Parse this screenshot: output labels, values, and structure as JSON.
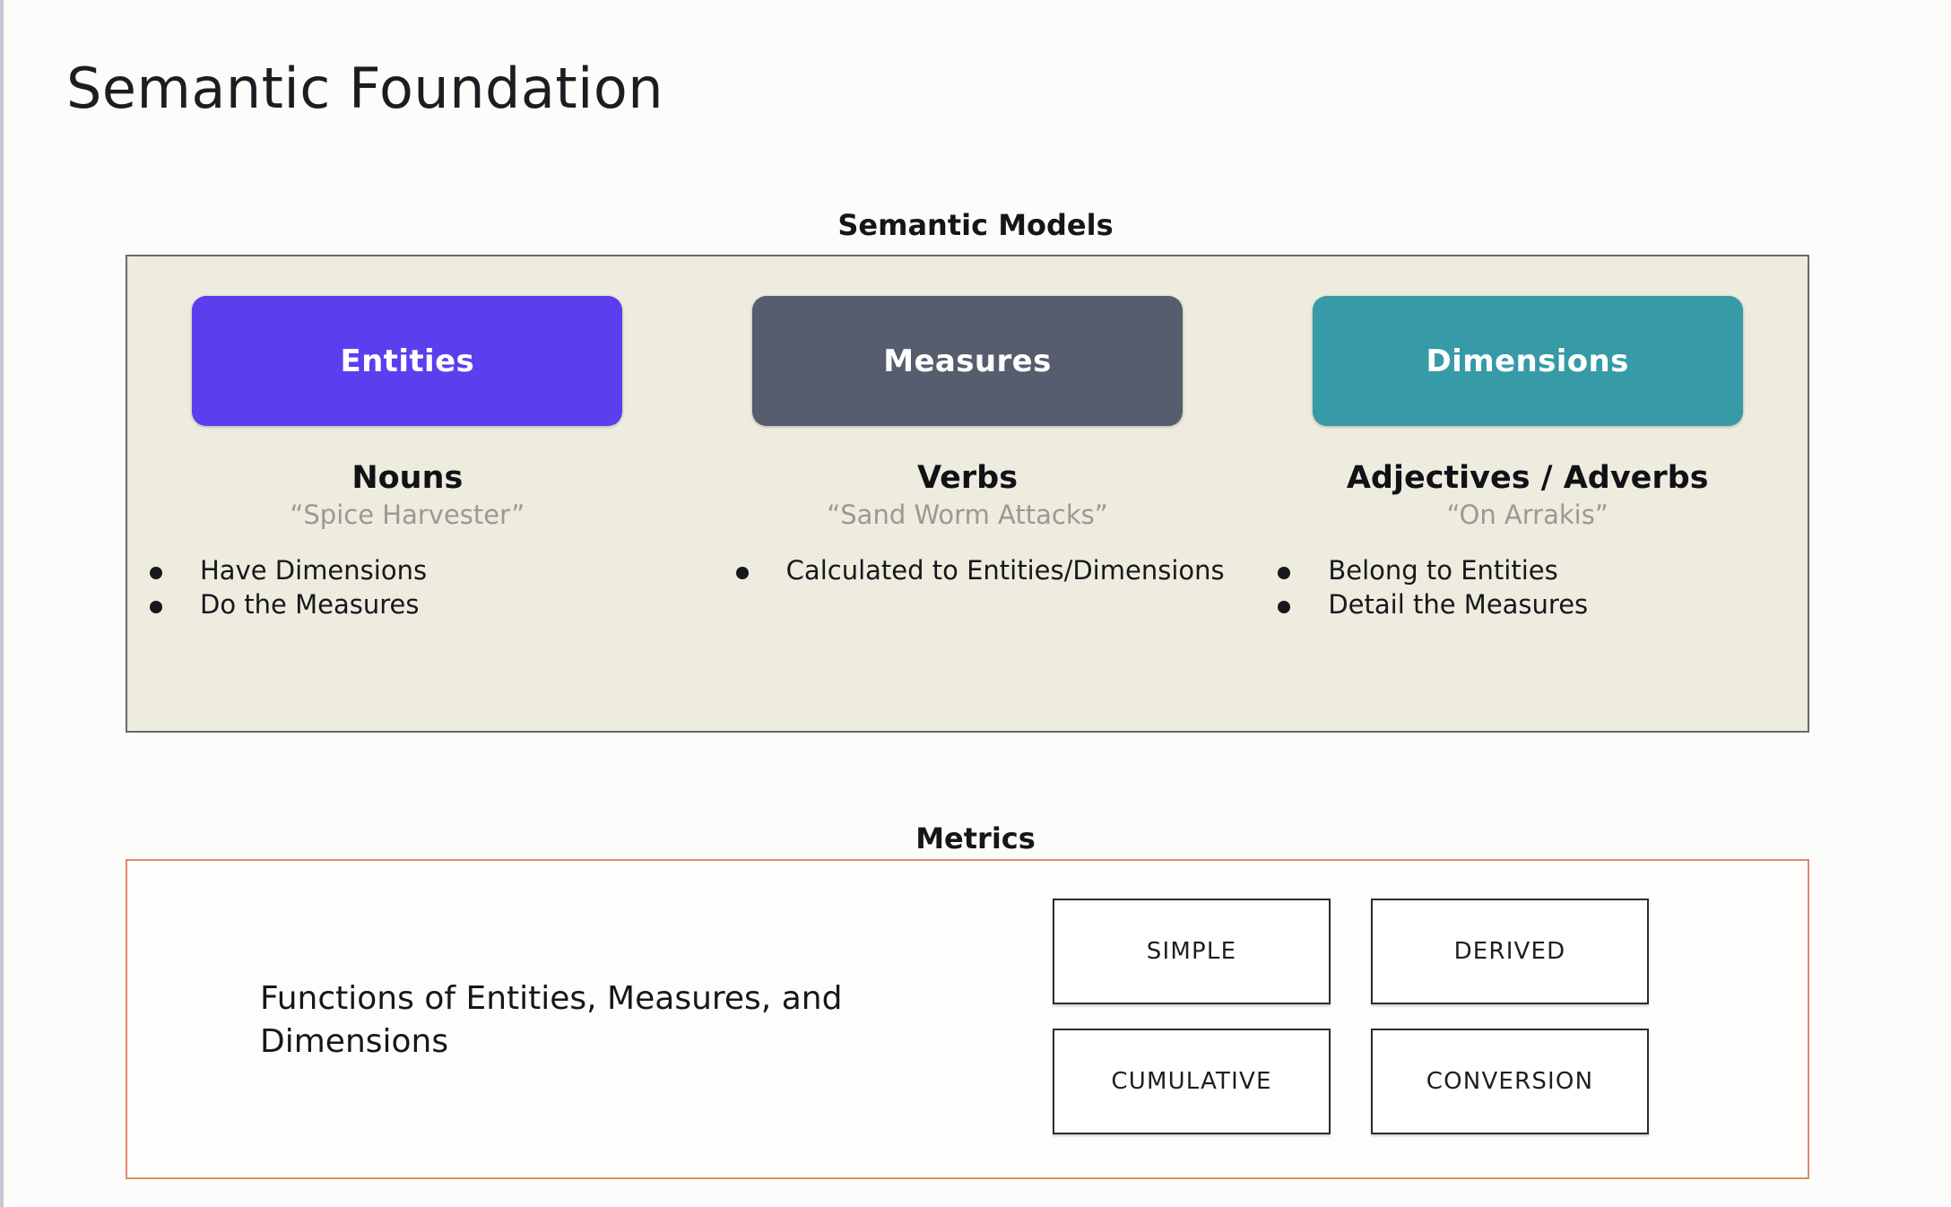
{
  "slide": {
    "title": "Semantic Foundation",
    "background_color": "#fcfcfa"
  },
  "semantic_models": {
    "heading": "Semantic Models",
    "panel_background": "#eeebdf",
    "panel_border_color": "#646a72",
    "columns": [
      {
        "chip_label": "Entities",
        "chip_color": "#5b3fee",
        "part_of_speech": "Nouns",
        "example": "“Spice Harvester”",
        "bullets": [
          "Have Dimensions",
          "Do the Measures"
        ]
      },
      {
        "chip_label": "Measures",
        "chip_color": "#555d6f",
        "part_of_speech": "Verbs",
        "example": "“Sand Worm Attacks”",
        "bullets": [
          "Calculated to Entities/Dimensions"
        ]
      },
      {
        "chip_label": "Dimensions",
        "chip_color": "#369aa7",
        "part_of_speech": "Adjectives / Adverbs",
        "example": "“On Arrakis”",
        "bullets": [
          "Belong to Entities",
          "Detail the Measures"
        ]
      }
    ]
  },
  "metrics": {
    "heading": "Metrics",
    "panel_border_color": "#e08a6e",
    "description": "Functions of Entities, Measures, and Dimensions",
    "types": [
      "SIMPLE",
      "DERIVED",
      "CUMULATIVE",
      "CONVERSION"
    ]
  }
}
